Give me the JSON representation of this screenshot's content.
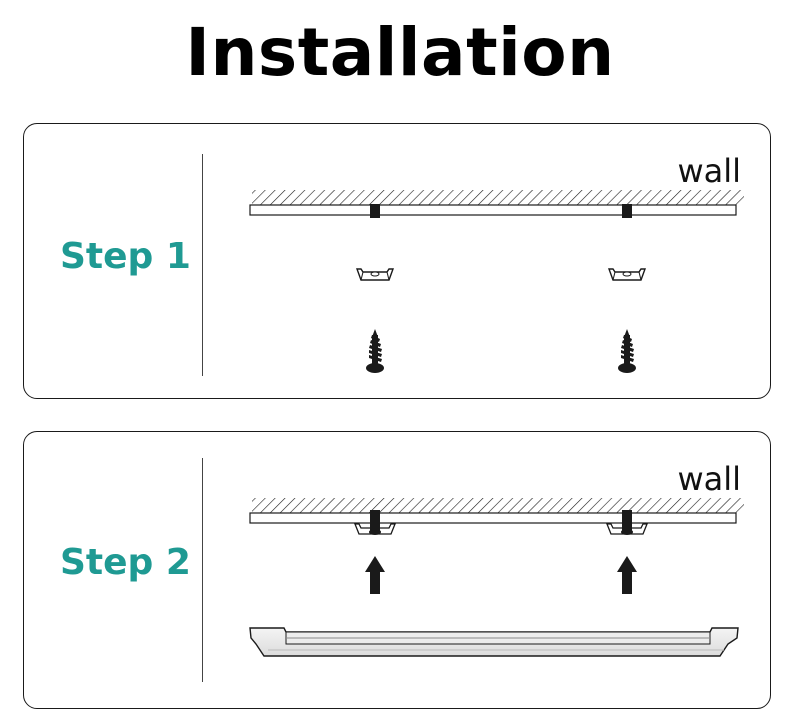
{
  "title": "Installation",
  "steps": [
    {
      "label": "Step 1",
      "wall_label": "wall"
    },
    {
      "label": "Step 2",
      "wall_label": "wall"
    }
  ],
  "colors": {
    "accent": "#1f9a93",
    "ink": "#1a1a1a"
  }
}
